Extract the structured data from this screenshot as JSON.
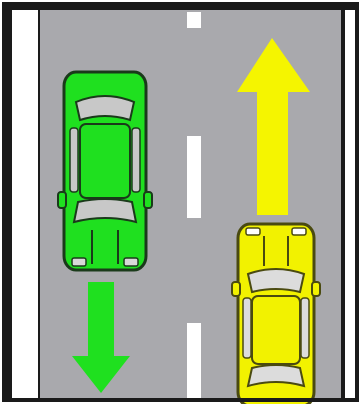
{
  "scene": {
    "type": "traffic-illustration",
    "road_color": "#a9a9ad",
    "frame_color": "#111111",
    "shoulder_color": "#ffffff",
    "lane_marking_color": "#ffffff",
    "vehicles": [
      {
        "name": "green-car",
        "color": "#1fe01f",
        "direction": "down",
        "lane": "left"
      },
      {
        "name": "yellow-car",
        "color": "#f2f200",
        "direction": "up",
        "lane": "right"
      }
    ],
    "arrows": [
      {
        "name": "green-arrow",
        "color": "#1fe01f",
        "direction": "down"
      },
      {
        "name": "yellow-arrow",
        "color": "#f5f500",
        "direction": "up"
      }
    ]
  }
}
